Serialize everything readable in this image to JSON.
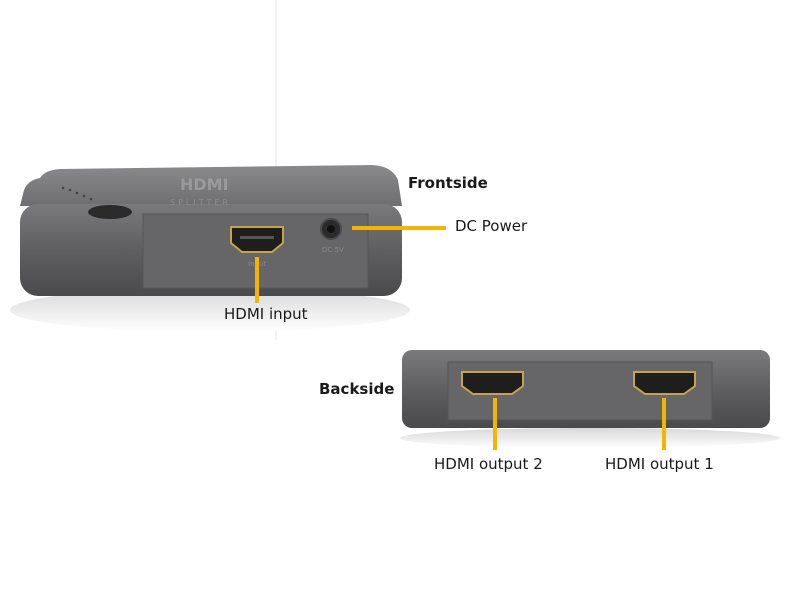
{
  "frontside": {
    "heading": "Frontside",
    "callouts": {
      "dc_power": "DC Power",
      "hdmi_input": "HDMI input"
    },
    "device_lettering": {
      "logo": "HDMI",
      "subtitle": "SPLITTER",
      "port_label": "Input",
      "power_label": "DC 5V"
    }
  },
  "backside": {
    "heading": "Backside",
    "callouts": {
      "hdmi_output_2": "HDMI output 2",
      "hdmi_output_1": "HDMI output 1"
    }
  },
  "colors": {
    "callout_line": "#f5b400",
    "device_body": "#6b6b6d",
    "port_gold": "#c8a24a"
  }
}
